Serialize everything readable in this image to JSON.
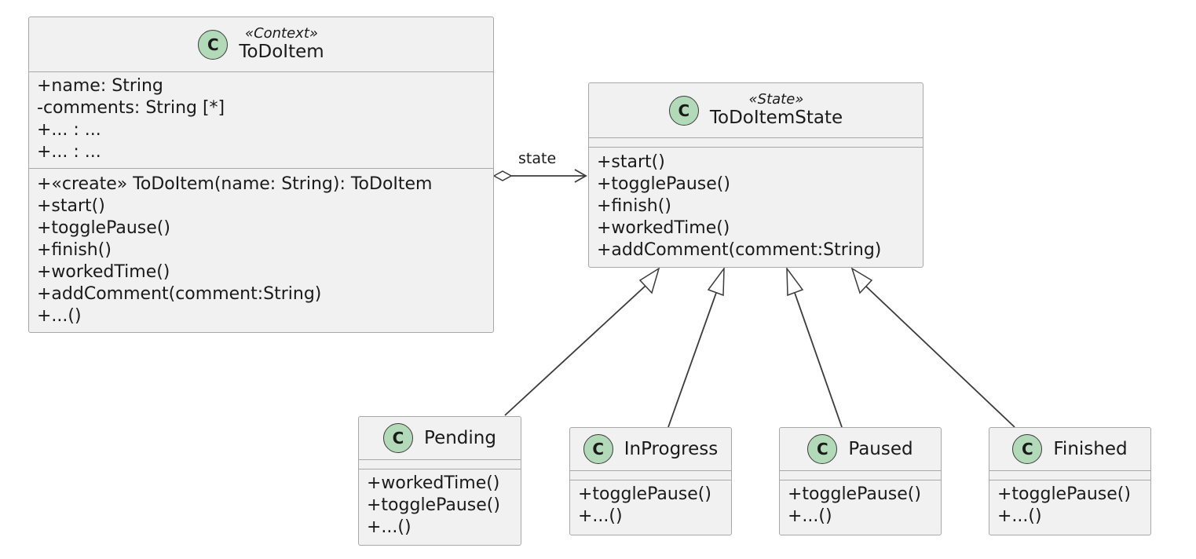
{
  "classes": {
    "todoitem": {
      "stereotype": "«Context»",
      "name": "ToDoItem",
      "badge": "C",
      "attributes": [
        "+name: String",
        "-comments: String [*]",
        "+... : ...",
        "+... : ..."
      ],
      "methods": [
        "+«create» ToDoItem(name: String): ToDoItem",
        "+start()",
        "+togglePause()",
        "+finish()",
        "+workedTime()",
        "+addComment(comment:String)",
        "+...()"
      ]
    },
    "state": {
      "stereotype": "«State»",
      "name": "ToDoItemState",
      "badge": "C",
      "attributes": [],
      "methods": [
        "+start()",
        "+togglePause()",
        "+finish()",
        "+workedTime()",
        "+addComment(comment:String)"
      ]
    },
    "pending": {
      "name": "Pending",
      "badge": "C",
      "attributes": [],
      "methods": [
        "+workedTime()",
        "+togglePause()",
        "+...()"
      ]
    },
    "inprogress": {
      "name": "InProgress",
      "badge": "C",
      "attributes": [],
      "methods": [
        "+togglePause()",
        "+...()"
      ]
    },
    "paused": {
      "name": "Paused",
      "badge": "C",
      "attributes": [],
      "methods": [
        "+togglePause()",
        "+...()"
      ]
    },
    "finished": {
      "name": "Finished",
      "badge": "C",
      "attributes": [],
      "methods": [
        "+togglePause()",
        "+...()"
      ]
    }
  },
  "links": {
    "aggregation_label": "state"
  },
  "colors": {
    "class_fill": "#f1f1f1",
    "class_border": "#a8a8a8",
    "badge_fill": "#b3dab8",
    "line": "#3c3c3c"
  }
}
